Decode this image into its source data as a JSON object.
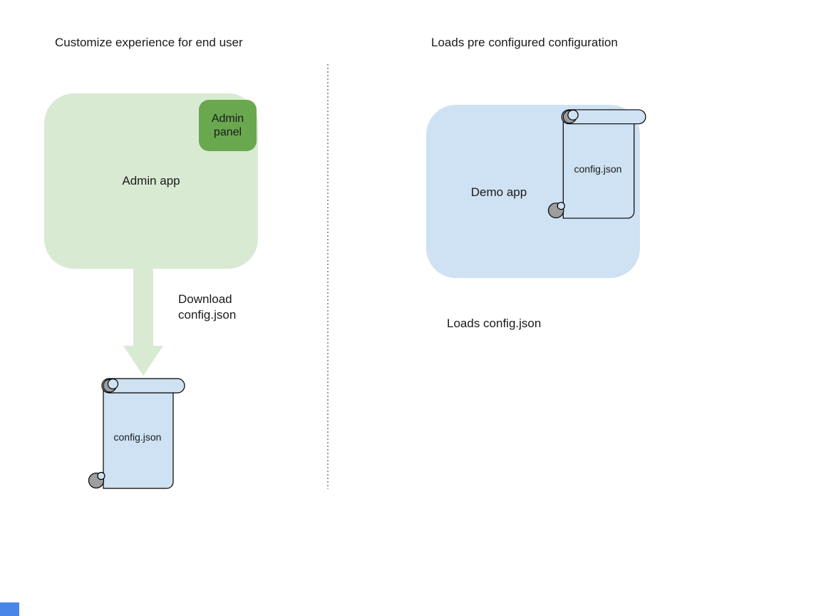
{
  "left_section": {
    "title": "Customize experience for end user",
    "admin_app_label": "Admin app",
    "admin_panel_label": "Admin panel",
    "arrow_caption": "Download\nconfig.json",
    "file_label": "config.json"
  },
  "right_section": {
    "title": "Loads pre configured configuration",
    "demo_app_label": "Demo app",
    "file_label": "config.json",
    "caption": "Loads config.json"
  },
  "colors": {
    "light_green": "#d9ead3",
    "green": "#6aa84f",
    "light_blue": "#cfe2f3",
    "scroll_curl_gray": "#9e9e9e",
    "divider_gray": "#9a9a9a",
    "text": "#1a1a1a",
    "corner_marker_blue": "#4a86e8"
  }
}
